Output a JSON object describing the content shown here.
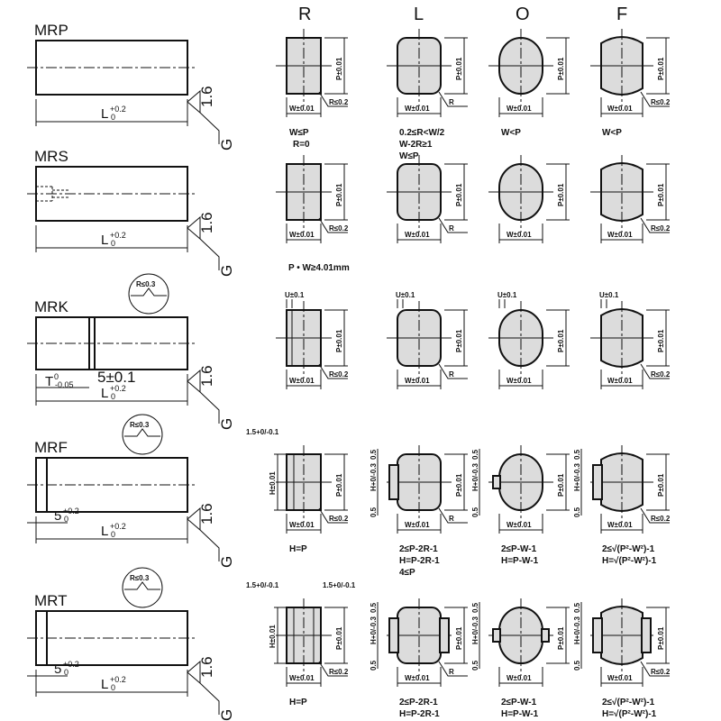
{
  "columns": [
    "R",
    "L",
    "O",
    "F"
  ],
  "rows": [
    {
      "name": "MRP",
      "length": {
        "base": "L",
        "upper": "+0.2",
        "lower": "0"
      },
      "roughness": "1.6",
      "grind": "G",
      "conditions": [
        [
          "W≤P",
          "R=0"
        ],
        [
          "0.2≤R<W/2",
          "W-2R≥1",
          "W≤P"
        ],
        [
          "W<P"
        ],
        [
          "W<P"
        ]
      ]
    },
    {
      "name": "MRS",
      "length": {
        "base": "L",
        "upper": "+0.2",
        "lower": "0"
      },
      "roughness": "1.6",
      "grind": "G",
      "note": "P • W≥4.01mm",
      "conditions": [
        [],
        [],
        [],
        []
      ]
    },
    {
      "name": "MRK",
      "length": {
        "base": "L",
        "upper": "+0.2",
        "lower": "0"
      },
      "roughness": "1.6",
      "grind": "G",
      "detail": "R≤0.3",
      "t_dim": {
        "base": "T",
        "upper": "0",
        "lower": "-0.05"
      },
      "groove": "5±0.1",
      "conditions": [
        [],
        [],
        [],
        []
      ]
    },
    {
      "name": "MRF",
      "length": {
        "base": "L",
        "upper": "+0.2",
        "lower": "0"
      },
      "roughness": "1.6",
      "grind": "G",
      "detail": "R≤0.3",
      "flat": {
        "base": "5",
        "upper": "+0.2",
        "lower": "0"
      },
      "conditions": [
        [
          "H=P"
        ],
        [
          "2≤P-2R-1",
          "H=P-2R-1",
          "4≤P"
        ],
        [
          "2≤P-W-1",
          "H=P-W-1"
        ],
        [
          "2≤√(P²-W²)-1",
          "H=√(P²-W²)-1"
        ]
      ]
    },
    {
      "name": "MRT",
      "length": {
        "base": "L",
        "upper": "+0.2",
        "lower": "0"
      },
      "roughness": "1.6",
      "grind": "G",
      "detail": "R≤0.3",
      "flat": {
        "base": "5",
        "upper": "+0.2",
        "lower": "0"
      },
      "conditions": [
        [
          "H=P"
        ],
        [
          "2≤P-2R-1",
          "H=P-2R-1"
        ],
        [
          "2≤P-W-1",
          "H=P-W-1"
        ],
        [
          "2≤√(P²-W²)-1",
          "H=√(P²-W²)-1"
        ]
      ]
    }
  ],
  "labels": {
    "w": "W±0.01",
    "p": "P±0.01",
    "r02": "R≤0.2",
    "r": "R",
    "u": "U±0.1",
    "h": "H±0.01",
    "h3": "H+0/-0.3",
    "half": "0.5",
    "flat_tol": "1.5+0/-0.1"
  }
}
